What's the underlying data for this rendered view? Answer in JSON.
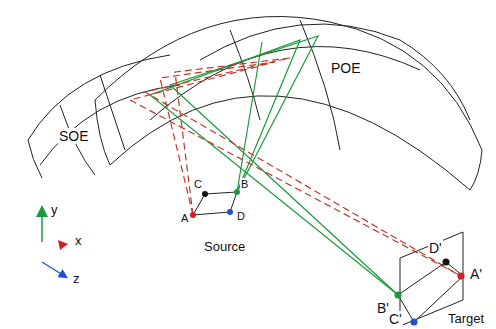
{
  "diagram": {
    "labels": [
      "POE",
      "SOE",
      "C",
      "B",
      "A",
      "D",
      "Source",
      "D'",
      "A'",
      "B'",
      "C'",
      "Target",
      "y",
      "x",
      "z"
    ]
  }
}
